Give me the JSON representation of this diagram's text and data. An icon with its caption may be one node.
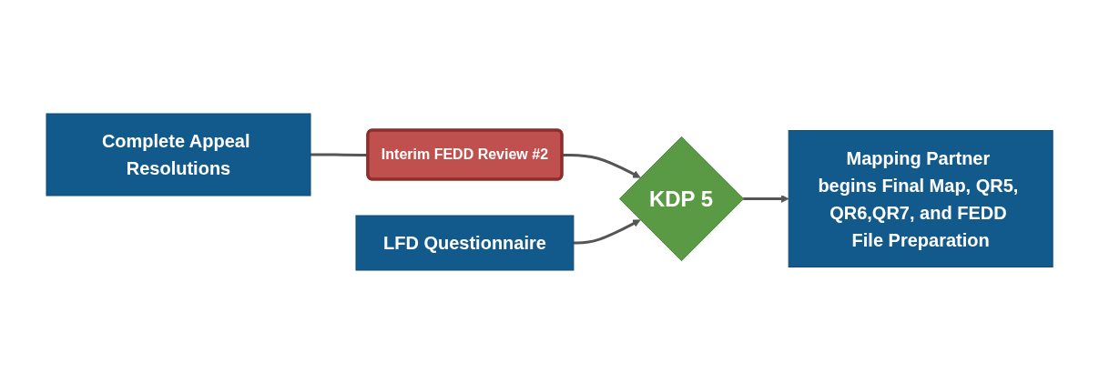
{
  "diagram": {
    "nodes": [
      {
        "text": [
          "Complete Appeal Resolutions"
        ]
      },
      {
        "text": [
          "Interim FEDD Review #2"
        ]
      },
      {
        "text": [
          "KDP 5"
        ]
      },
      {
        "text": [
          "Mapping Partner begins Final Map, QR5, QR6,QR7, and FEDD File Preparation"
        ]
      },
      {
        "text": [
          "LFD Questionnaire"
        ]
      }
    ],
    "edges": [
      {
        "from": 0,
        "to": 1,
        "arrow": "none"
      },
      {
        "from": 1,
        "to": 2,
        "arrow": "to"
      },
      {
        "from": 2,
        "to": 3,
        "arrow": "to"
      },
      {
        "from": 4,
        "to": 2,
        "arrow": "to"
      }
    ]
  }
}
